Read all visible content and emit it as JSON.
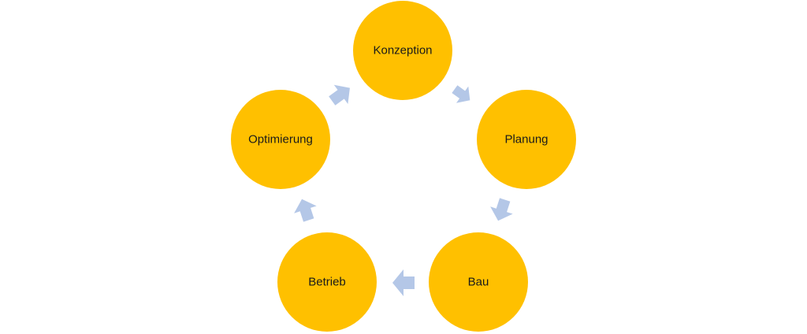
{
  "diagram": {
    "type": "cycle",
    "colors": {
      "node_fill": "#FFC000",
      "arrow_fill": "#B4C7E7",
      "text": "#1A1A1A",
      "background": "#FFFFFF"
    },
    "nodes": [
      {
        "id": "konzeption",
        "label": "Konzeption"
      },
      {
        "id": "planung",
        "label": "Planung"
      },
      {
        "id": "bau",
        "label": "Bau"
      },
      {
        "id": "betrieb",
        "label": "Betrieb"
      },
      {
        "id": "optimierung",
        "label": "Optimierung"
      }
    ],
    "edges": [
      {
        "from": "konzeption",
        "to": "planung"
      },
      {
        "from": "planung",
        "to": "bau"
      },
      {
        "from": "bau",
        "to": "betrieb"
      },
      {
        "from": "betrieb",
        "to": "optimierung"
      },
      {
        "from": "optimierung",
        "to": "konzeption"
      }
    ]
  }
}
